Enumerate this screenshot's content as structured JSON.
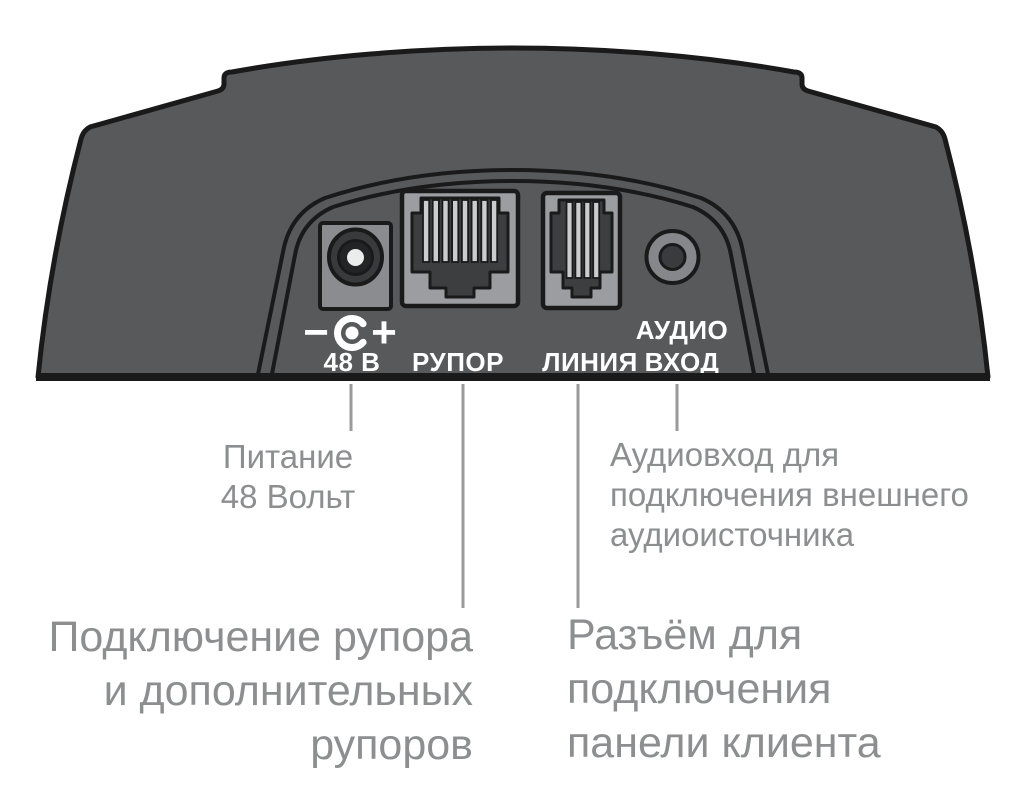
{
  "panel": {
    "power": {
      "label": "48 В",
      "polarity_minus": "−",
      "polarity_plus": "+"
    },
    "horn": {
      "label": "РУПОР"
    },
    "line": {
      "label": "ЛИНИЯ"
    },
    "audio": {
      "label_line1": "АУДИО",
      "label_line2": "ВХОД"
    }
  },
  "callouts": {
    "power": {
      "lines": [
        "Питание",
        "48 Вольт"
      ]
    },
    "audio": {
      "lines": [
        "Аудиовход для",
        "подключения внешнего",
        "аудиоисточника"
      ]
    },
    "horn": {
      "lines": [
        "Подключение рупора",
        "и дополнительных",
        "рупоров"
      ]
    },
    "line": {
      "lines": [
        "Разъём для",
        "подключения",
        "панели клиента"
      ]
    }
  },
  "colors": {
    "body_gray": "#58595b",
    "outline_black": "#1a1a1a",
    "plate_gray": "#8a8c8f",
    "frame_gray": "#9b9da0",
    "socket_dark": "#3d3e40",
    "pin_light": "#cbccce",
    "power_ring_dark": "#393a3c",
    "power_core_dark": "#232426",
    "power_pin_white": "#ebecec",
    "label_white": "#ffffff",
    "callout_text_gray": "#8d8e90",
    "callout_line_gray": "#9a9a9a"
  }
}
